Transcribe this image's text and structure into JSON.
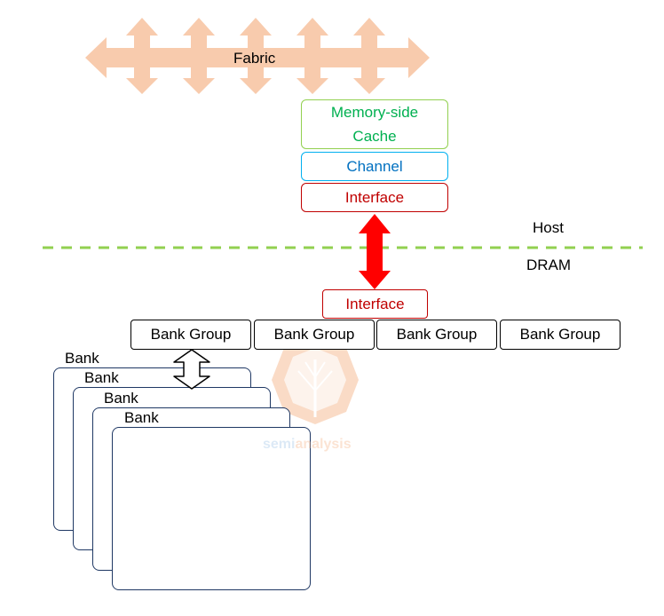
{
  "fabric": {
    "label": "Fabric",
    "color": "#f8cbad"
  },
  "host_blocks": {
    "cache": {
      "label_line1": "Memory-side",
      "label_line2": "Cache",
      "color": "#00b050",
      "border": "#92d050"
    },
    "channel": {
      "label": "Channel",
      "color": "#0070c0",
      "border": "#00b0f0"
    },
    "host_interface": {
      "label": "Interface",
      "color": "#c00000",
      "border": "#c00000"
    }
  },
  "divider": {
    "host_label": "Host",
    "dram_label": "DRAM",
    "color": "#92d050"
  },
  "link_arrow": {
    "color": "#ff0000"
  },
  "dram": {
    "interface": {
      "label": "Interface",
      "color": "#c00000"
    },
    "bank_groups": [
      {
        "label": "Bank Group"
      },
      {
        "label": "Bank Group"
      },
      {
        "label": "Bank Group"
      },
      {
        "label": "Bank Group"
      }
    ],
    "banks": [
      {
        "label": "Bank"
      },
      {
        "label": "Bank"
      },
      {
        "label": "Bank"
      },
      {
        "label": "Bank"
      }
    ],
    "bank_border_color": "#1f3864"
  },
  "watermark": {
    "text": "semianalysis"
  }
}
